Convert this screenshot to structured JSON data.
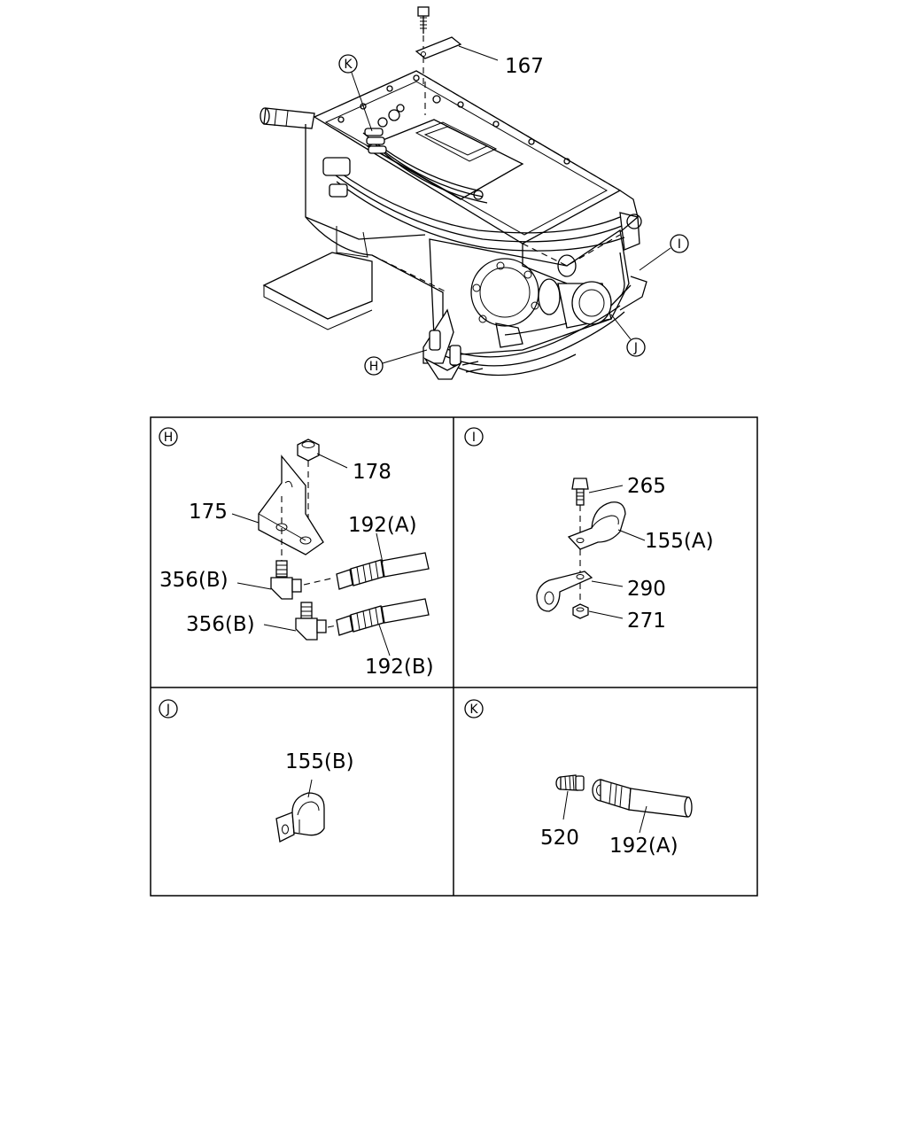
{
  "main_view": {
    "callouts": {
      "bolt": "167",
      "k": "K",
      "i": "I",
      "j": "J",
      "h": "H"
    }
  },
  "panels": {
    "h": {
      "marker": "H",
      "labels": {
        "nut": "178",
        "bracket": "175",
        "elbow_a": "356(B)",
        "elbow_b": "356(B)",
        "hose_a": "192(A)",
        "hose_b": "192(B)"
      }
    },
    "i": {
      "marker": "I",
      "labels": {
        "bolt": "265",
        "clip": "155(A)",
        "plate": "290",
        "nut": "271"
      }
    },
    "j": {
      "marker": "J",
      "labels": {
        "clip": "155(B)"
      }
    },
    "k": {
      "marker": "K",
      "labels": {
        "fitting": "520",
        "hose": "192(A)"
      }
    }
  }
}
